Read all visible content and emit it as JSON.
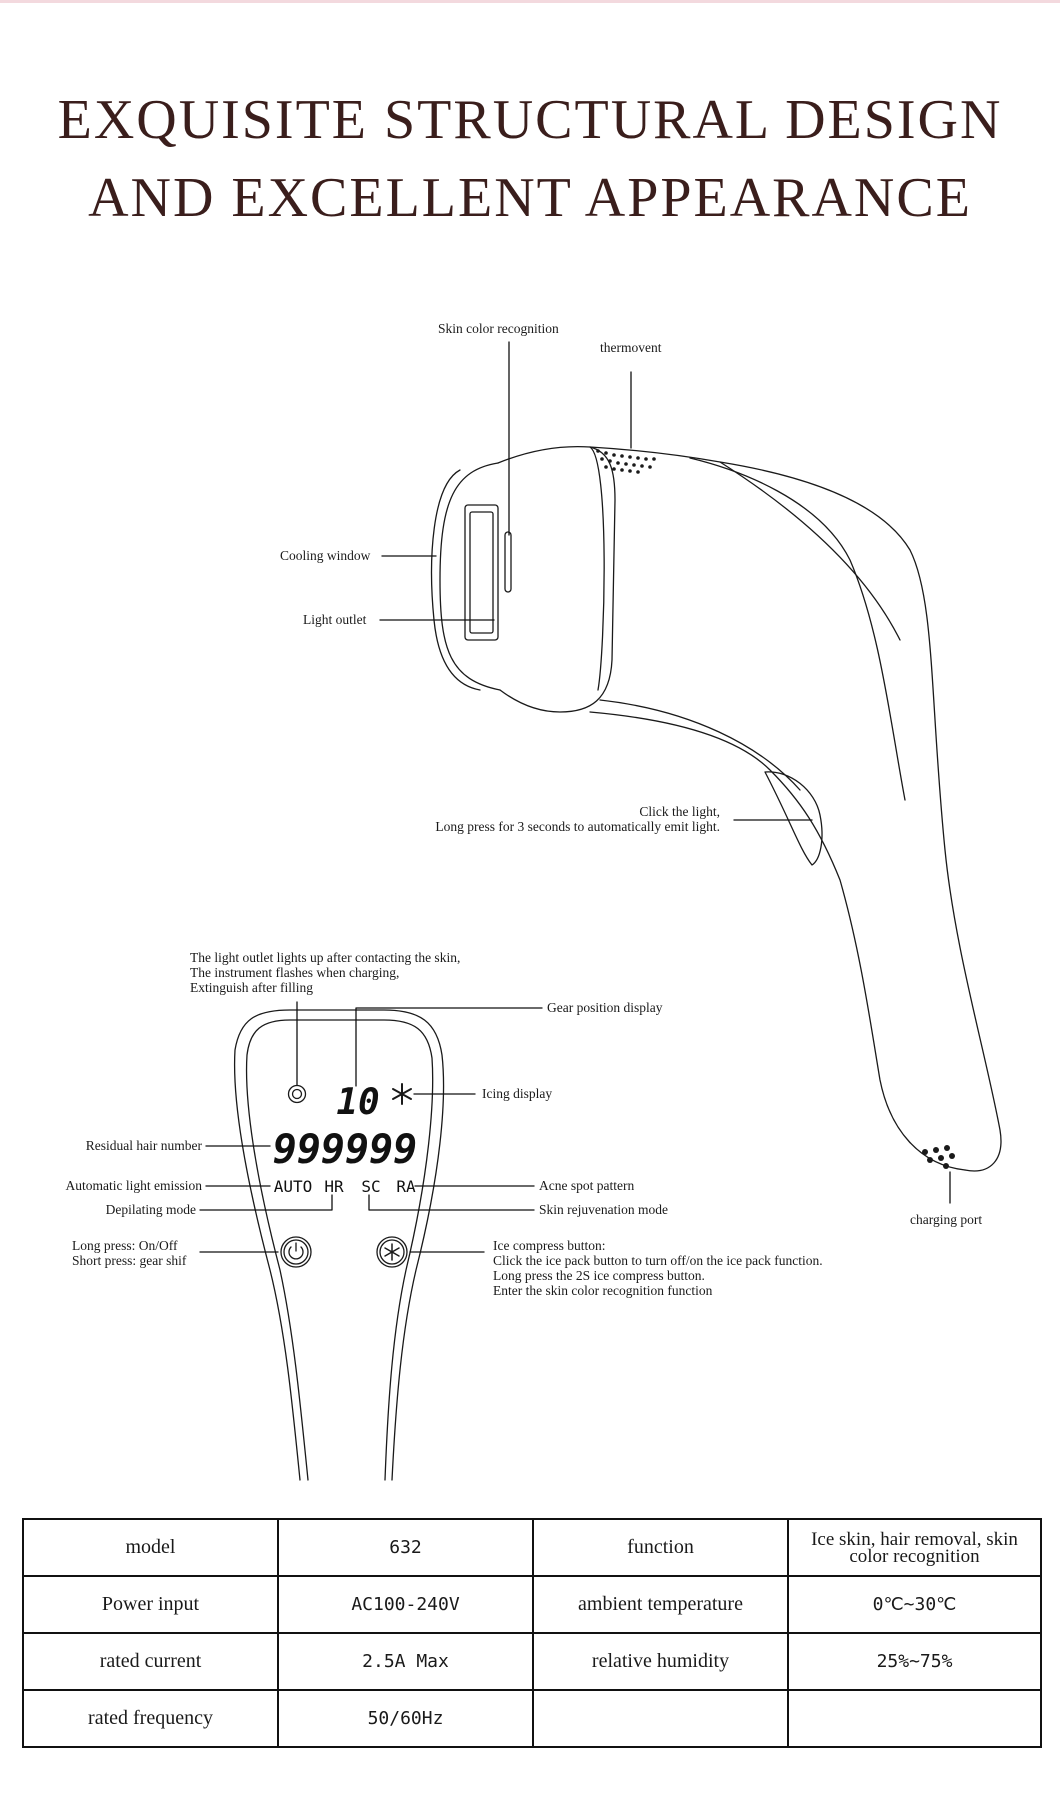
{
  "headline": {
    "line1": "EXQUISITE STRUCTURAL DESIGN",
    "line2": "AND EXCELLENT APPEARANCE"
  },
  "device_labels": {
    "skin_color_recognition": "Skin color recognition",
    "thermovent": "thermovent",
    "cooling_window": "Cooling window",
    "light_outlet": "Light outlet",
    "click_light_1": "Click the light,",
    "click_light_2": "Long press for 3 seconds to automatically emit light.",
    "charging_port": "charging port"
  },
  "panel_labels": {
    "indicator_1": "The light outlet lights up after contacting the skin,",
    "indicator_2": "The instrument flashes when charging,",
    "indicator_3": "Extinguish after filling",
    "gear_position_display": "Gear position display",
    "icing_display": "Icing display",
    "residual_hair_number": "Residual hair number",
    "automatic_light_emission": "Automatic light emission",
    "acne_spot_pattern": "Acne spot pattern",
    "depilating_mode": "Depilating mode",
    "skin_rejuvenation_mode": "Skin rejuvenation mode",
    "power_1": "Long press: On/Off",
    "power_2": "Short press: gear shif",
    "ice_1": "Ice compress button:",
    "ice_2": "Click the ice pack button to turn off/on the ice pack function.",
    "ice_3": "Long press the 2S ice compress button.",
    "ice_4": "Enter the skin color recognition function"
  },
  "lcd": {
    "gear": "10",
    "counter": "999999",
    "mode_auto": "AUTO",
    "mode_hr": "HR",
    "mode_sc": "SC",
    "mode_ra": "RA",
    "power_icon": "power-icon",
    "snowflake_icon": "snowflake-icon"
  },
  "specs": {
    "rows": [
      [
        "model",
        "632",
        "function",
        "Ice skin, hair removal, skin color recognition"
      ],
      [
        "Power input",
        "AC100-240V",
        "ambient temperature",
        "0℃~30℃"
      ],
      [
        "rated current",
        "2.5A Max",
        "relative humidity",
        "25%~75%"
      ],
      [
        "rated frequency",
        "50/60Hz",
        "",
        ""
      ]
    ]
  },
  "colors": {
    "headline": "#3a1e1c",
    "top_border": "#f3d9de",
    "line": "#111111"
  }
}
